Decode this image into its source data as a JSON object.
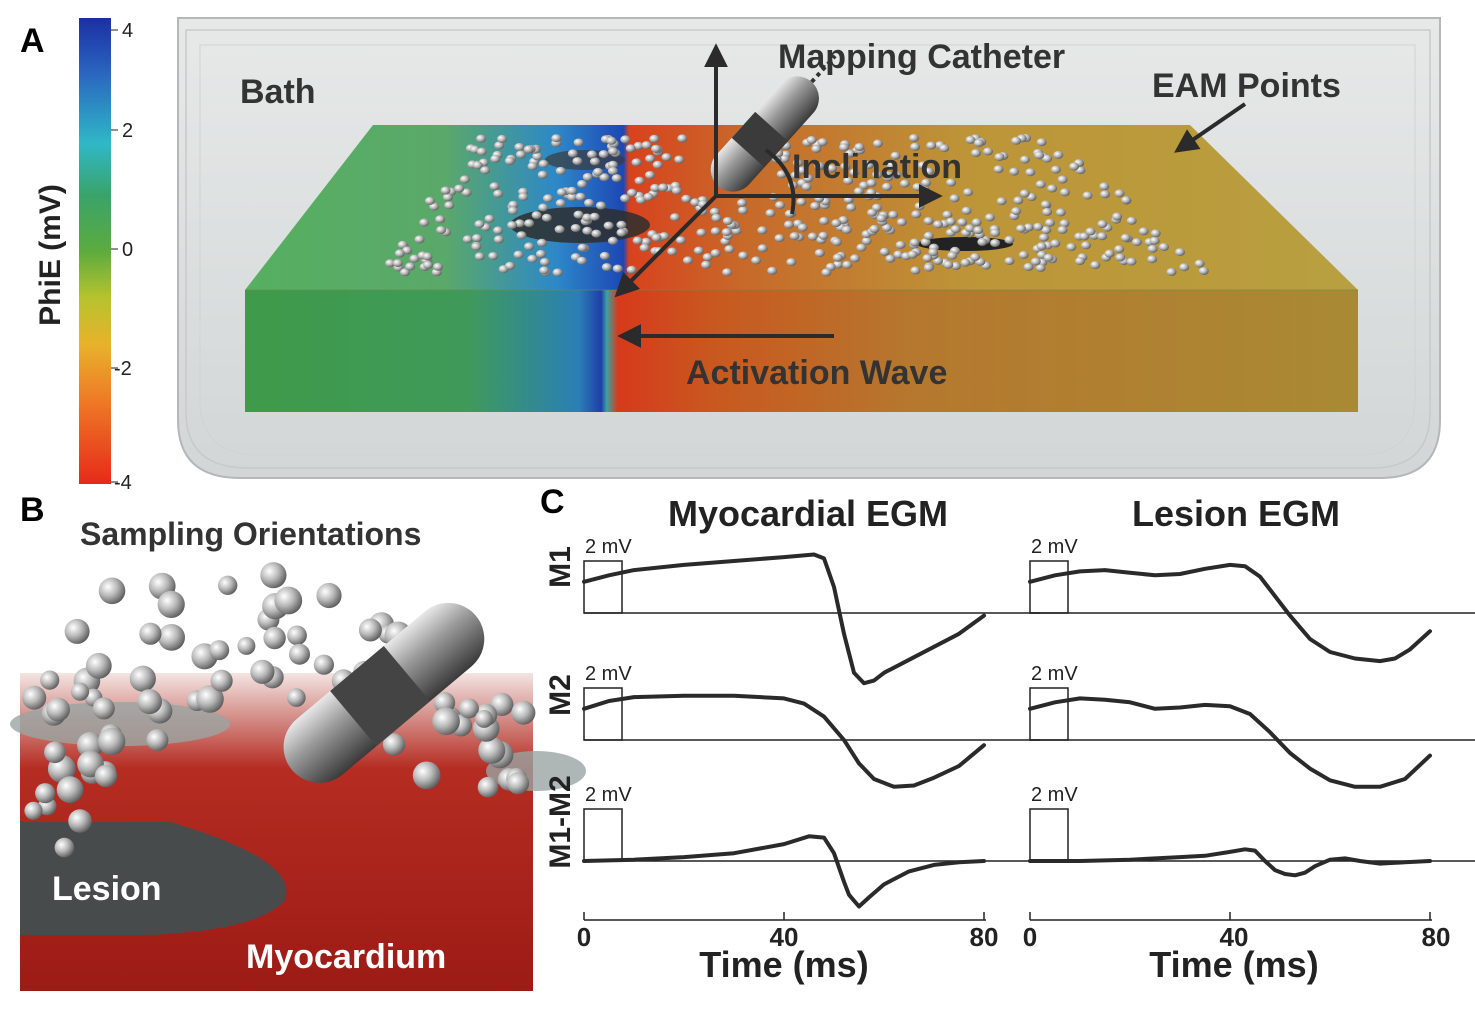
{
  "panels": {
    "a": {
      "letter": "A",
      "labels": {
        "bath": "Bath",
        "catheter": "Mapping Catheter",
        "eam": "EAM Points",
        "inclination": "Inclination",
        "activation": "Activation Wave"
      },
      "colorbar": {
        "label": "PhiE (mV)",
        "ticks": [
          "4",
          "2",
          "0",
          "-2",
          "-4"
        ]
      }
    },
    "b": {
      "letter": "B",
      "title": "Sampling Orientations",
      "lesion": "Lesion",
      "myocardium": "Myocardium"
    },
    "c": {
      "letter": "C",
      "titles": [
        "Myocardial EGM",
        "Lesion EGM"
      ],
      "rows": [
        "M1",
        "M2",
        "M1-M2"
      ],
      "scale_bar": "2 mV",
      "x_ticks": [
        "0",
        "40",
        "80"
      ],
      "x_label": "Time (ms)"
    }
  },
  "chart_data": {
    "type": "line",
    "xlabel": "Time (ms)",
    "xlim": [
      0,
      80
    ],
    "x_ticks": [
      0,
      40,
      80
    ],
    "scale_bar_mv": 2,
    "panels": [
      {
        "title": "Myocardial EGM",
        "traces": [
          {
            "row": "M1",
            "x": [
              0,
              5,
              10,
              20,
              30,
              40,
              46,
              48,
              50,
              52,
              54,
              56,
              58,
              60,
              65,
              70,
              75,
              80
            ],
            "y": [
              1.2,
              1.45,
              1.65,
              1.85,
              2.0,
              2.15,
              2.25,
              2.1,
              1.0,
              -0.8,
              -2.3,
              -2.7,
              -2.6,
              -2.3,
              -1.8,
              -1.3,
              -0.8,
              -0.1
            ]
          },
          {
            "row": "M2",
            "x": [
              0,
              5,
              10,
              20,
              30,
              40,
              44,
              48,
              52,
              55,
              58,
              62,
              66,
              70,
              75,
              80
            ],
            "y": [
              1.2,
              1.5,
              1.65,
              1.7,
              1.7,
              1.6,
              1.4,
              0.9,
              0.0,
              -0.9,
              -1.5,
              -1.8,
              -1.75,
              -1.45,
              -1.0,
              -0.2
            ]
          },
          {
            "row": "M1-M2",
            "x": [
              0,
              10,
              20,
              30,
              40,
              45,
              48,
              50,
              52,
              53,
              55,
              57,
              60,
              65,
              70,
              75,
              80
            ],
            "y": [
              0.0,
              0.05,
              0.15,
              0.3,
              0.65,
              0.95,
              0.9,
              0.3,
              -0.8,
              -1.3,
              -1.75,
              -1.4,
              -0.9,
              -0.4,
              -0.15,
              -0.05,
              0.0
            ]
          }
        ]
      },
      {
        "title": "Lesion EGM",
        "traces": [
          {
            "row": "M1",
            "x": [
              0,
              5,
              10,
              15,
              20,
              25,
              30,
              35,
              40,
              43,
              46,
              48,
              52,
              56,
              60,
              65,
              70,
              73,
              76,
              80
            ],
            "y": [
              1.2,
              1.45,
              1.6,
              1.65,
              1.55,
              1.45,
              1.5,
              1.7,
              1.85,
              1.8,
              1.4,
              0.9,
              -0.1,
              -1.0,
              -1.5,
              -1.75,
              -1.85,
              -1.75,
              -1.4,
              -0.7
            ]
          },
          {
            "row": "M2",
            "x": [
              0,
              5,
              10,
              15,
              20,
              25,
              30,
              35,
              40,
              44,
              48,
              52,
              56,
              60,
              65,
              70,
              75,
              80
            ],
            "y": [
              1.2,
              1.45,
              1.6,
              1.55,
              1.45,
              1.2,
              1.25,
              1.35,
              1.3,
              1.0,
              0.3,
              -0.5,
              -1.1,
              -1.55,
              -1.8,
              -1.8,
              -1.5,
              -0.6
            ]
          },
          {
            "row": "M1-M2",
            "x": [
              0,
              10,
              20,
              30,
              35,
              40,
              43,
              45,
              47,
              49,
              51,
              53,
              55,
              57,
              60,
              63,
              66,
              70,
              75,
              80
            ],
            "y": [
              0.0,
              0.0,
              0.05,
              0.15,
              0.2,
              0.35,
              0.45,
              0.4,
              0.0,
              -0.35,
              -0.5,
              -0.55,
              -0.45,
              -0.2,
              0.05,
              0.1,
              0.0,
              -0.1,
              -0.05,
              0.0
            ]
          }
        ]
      }
    ]
  }
}
